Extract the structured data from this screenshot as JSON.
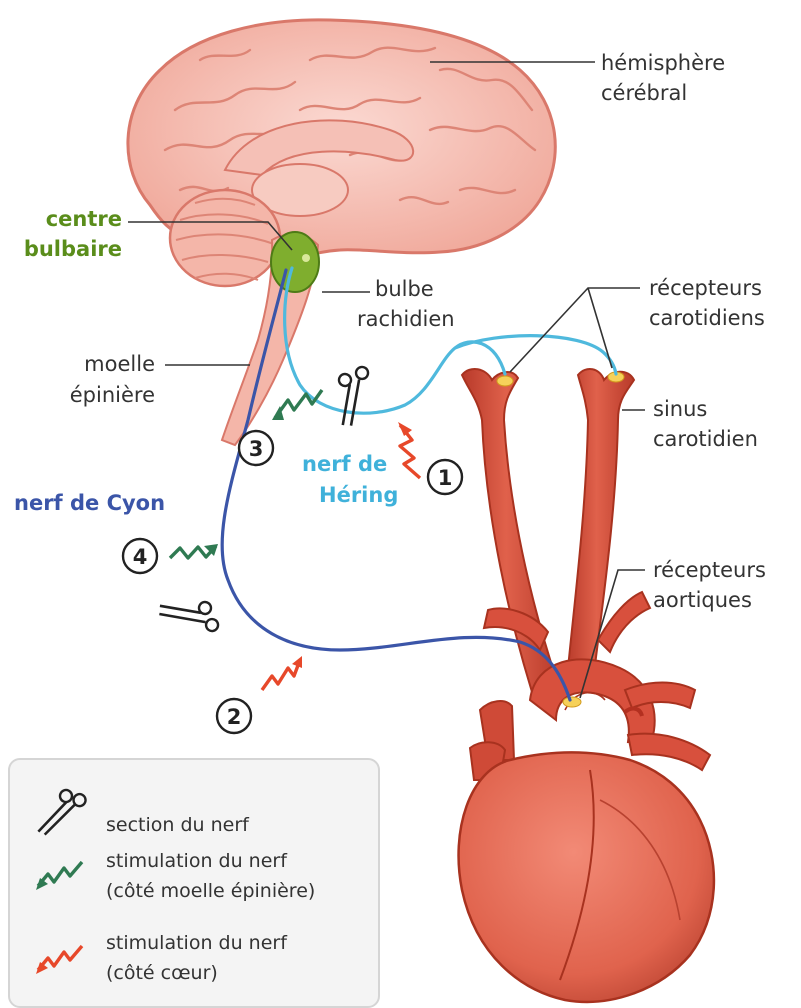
{
  "labels": {
    "hemisphere": [
      "hémisphère",
      "cérébral"
    ],
    "centre": [
      "centre",
      "bulbaire"
    ],
    "bulbe": [
      "bulbe",
      "rachidien"
    ],
    "moelle": [
      "moelle",
      "épinière"
    ],
    "recepteurs_carotidiens": [
      "récepteurs",
      "carotidiens"
    ],
    "sinus": [
      "sinus",
      "carotidien"
    ],
    "recepteurs_aortiques": [
      "récepteurs",
      "aortiques"
    ],
    "nerf_hering": [
      "nerf de",
      "Héring"
    ],
    "nerf_cyon": "nerf de Cyon"
  },
  "numbers": {
    "n1": "1",
    "n2": "2",
    "n3": "3",
    "n4": "4"
  },
  "legend": {
    "section": "section du nerf",
    "stim_moelle": [
      "stimulation du nerf",
      "(côté moelle épinière)"
    ],
    "stim_coeur": [
      "stimulation du nerf",
      "(côté cœur)"
    ]
  },
  "colors": {
    "hering_nerve": "#4fb9dd",
    "cyon_nerve": "#3b55a8",
    "centre_green": "#7fae2e",
    "stim_moelle": "#2f7a52",
    "stim_coeur": "#e7482a",
    "artery": "#d8503d"
  }
}
